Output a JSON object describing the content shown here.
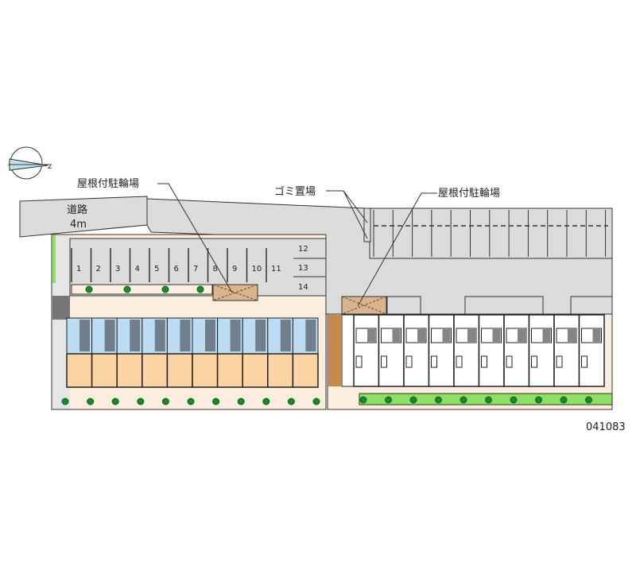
{
  "labels": {
    "bike_shelter_left": "屋根付駐輪場",
    "garbage_area": "ゴミ置場",
    "bike_shelter_right": "屋根付駐輪場",
    "road": "道路",
    "road_width": "4m",
    "property_code": "041083"
  },
  "parking_left": {
    "slots": [
      "1",
      "2",
      "3",
      "4",
      "5",
      "6",
      "7",
      "8",
      "9",
      "10",
      "11"
    ],
    "side_slots": [
      "12",
      "13",
      "14"
    ]
  },
  "colors": {
    "asphalt": "#dcdcdc",
    "yard": "#fbeede",
    "unit_blue": "#bcdcf4",
    "unit_orange": "#fcd4a4",
    "shelter": "#d9b48c",
    "tree": "#1a8a1a",
    "hedge": "#8ee060"
  }
}
